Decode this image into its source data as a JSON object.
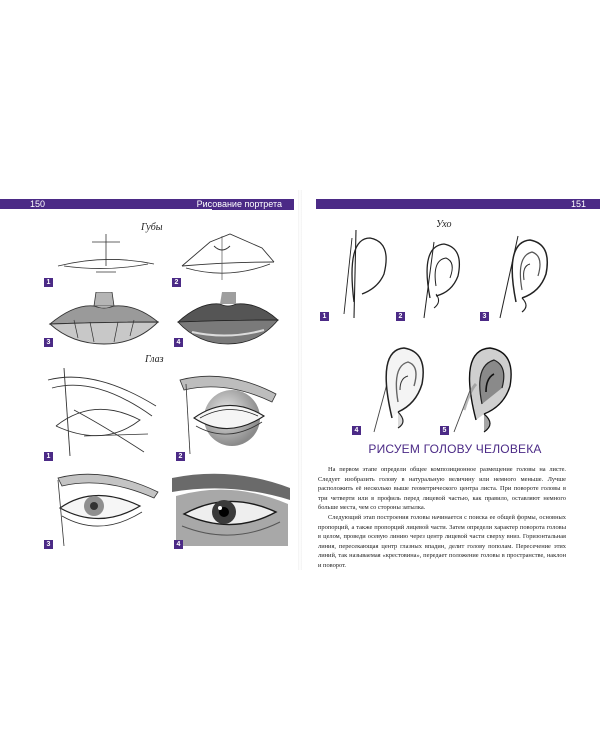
{
  "left_page": {
    "page_number": "150",
    "running_head": "Рисование портрета",
    "sections": [
      {
        "title": "Губы",
        "steps": [
          "1",
          "2",
          "3",
          "4"
        ]
      },
      {
        "title": "Глаз",
        "steps": [
          "1",
          "2",
          "3",
          "4"
        ]
      }
    ]
  },
  "right_page": {
    "page_number": "151",
    "sections": [
      {
        "title": "Ухо",
        "steps": [
          "1",
          "2",
          "3",
          "4",
          "5"
        ]
      }
    ],
    "heading": "Рисуем голову человека",
    "paragraphs": [
      "На первом этапе определи общее композиционное размещение головы на листе. Следует изобразить голову в натуральную величину или немного меньше. Лучше расположить её несколько выше геометрического центра листа. При повороте головы в три четверти или в профиль перед лицевой частью, как правило, оставляют немного больше места, чем со стороны затылка.",
      "Следующий этап построения головы начинается с поиска ее общей формы, основных пропорций, а также пропорций лицевой части. Затем определи характер поворота головы в целом, проведи осевую линию через центр лицевой части сверху вниз. Горизонтальная линия, пересекающая центр глазных впадин, делит голову пополам. Пересечение этих линий, так называемая «крестовина», передает положение головы в пространстве, наклон и поворот."
    ]
  },
  "colors": {
    "accent": "#4b2a86"
  }
}
